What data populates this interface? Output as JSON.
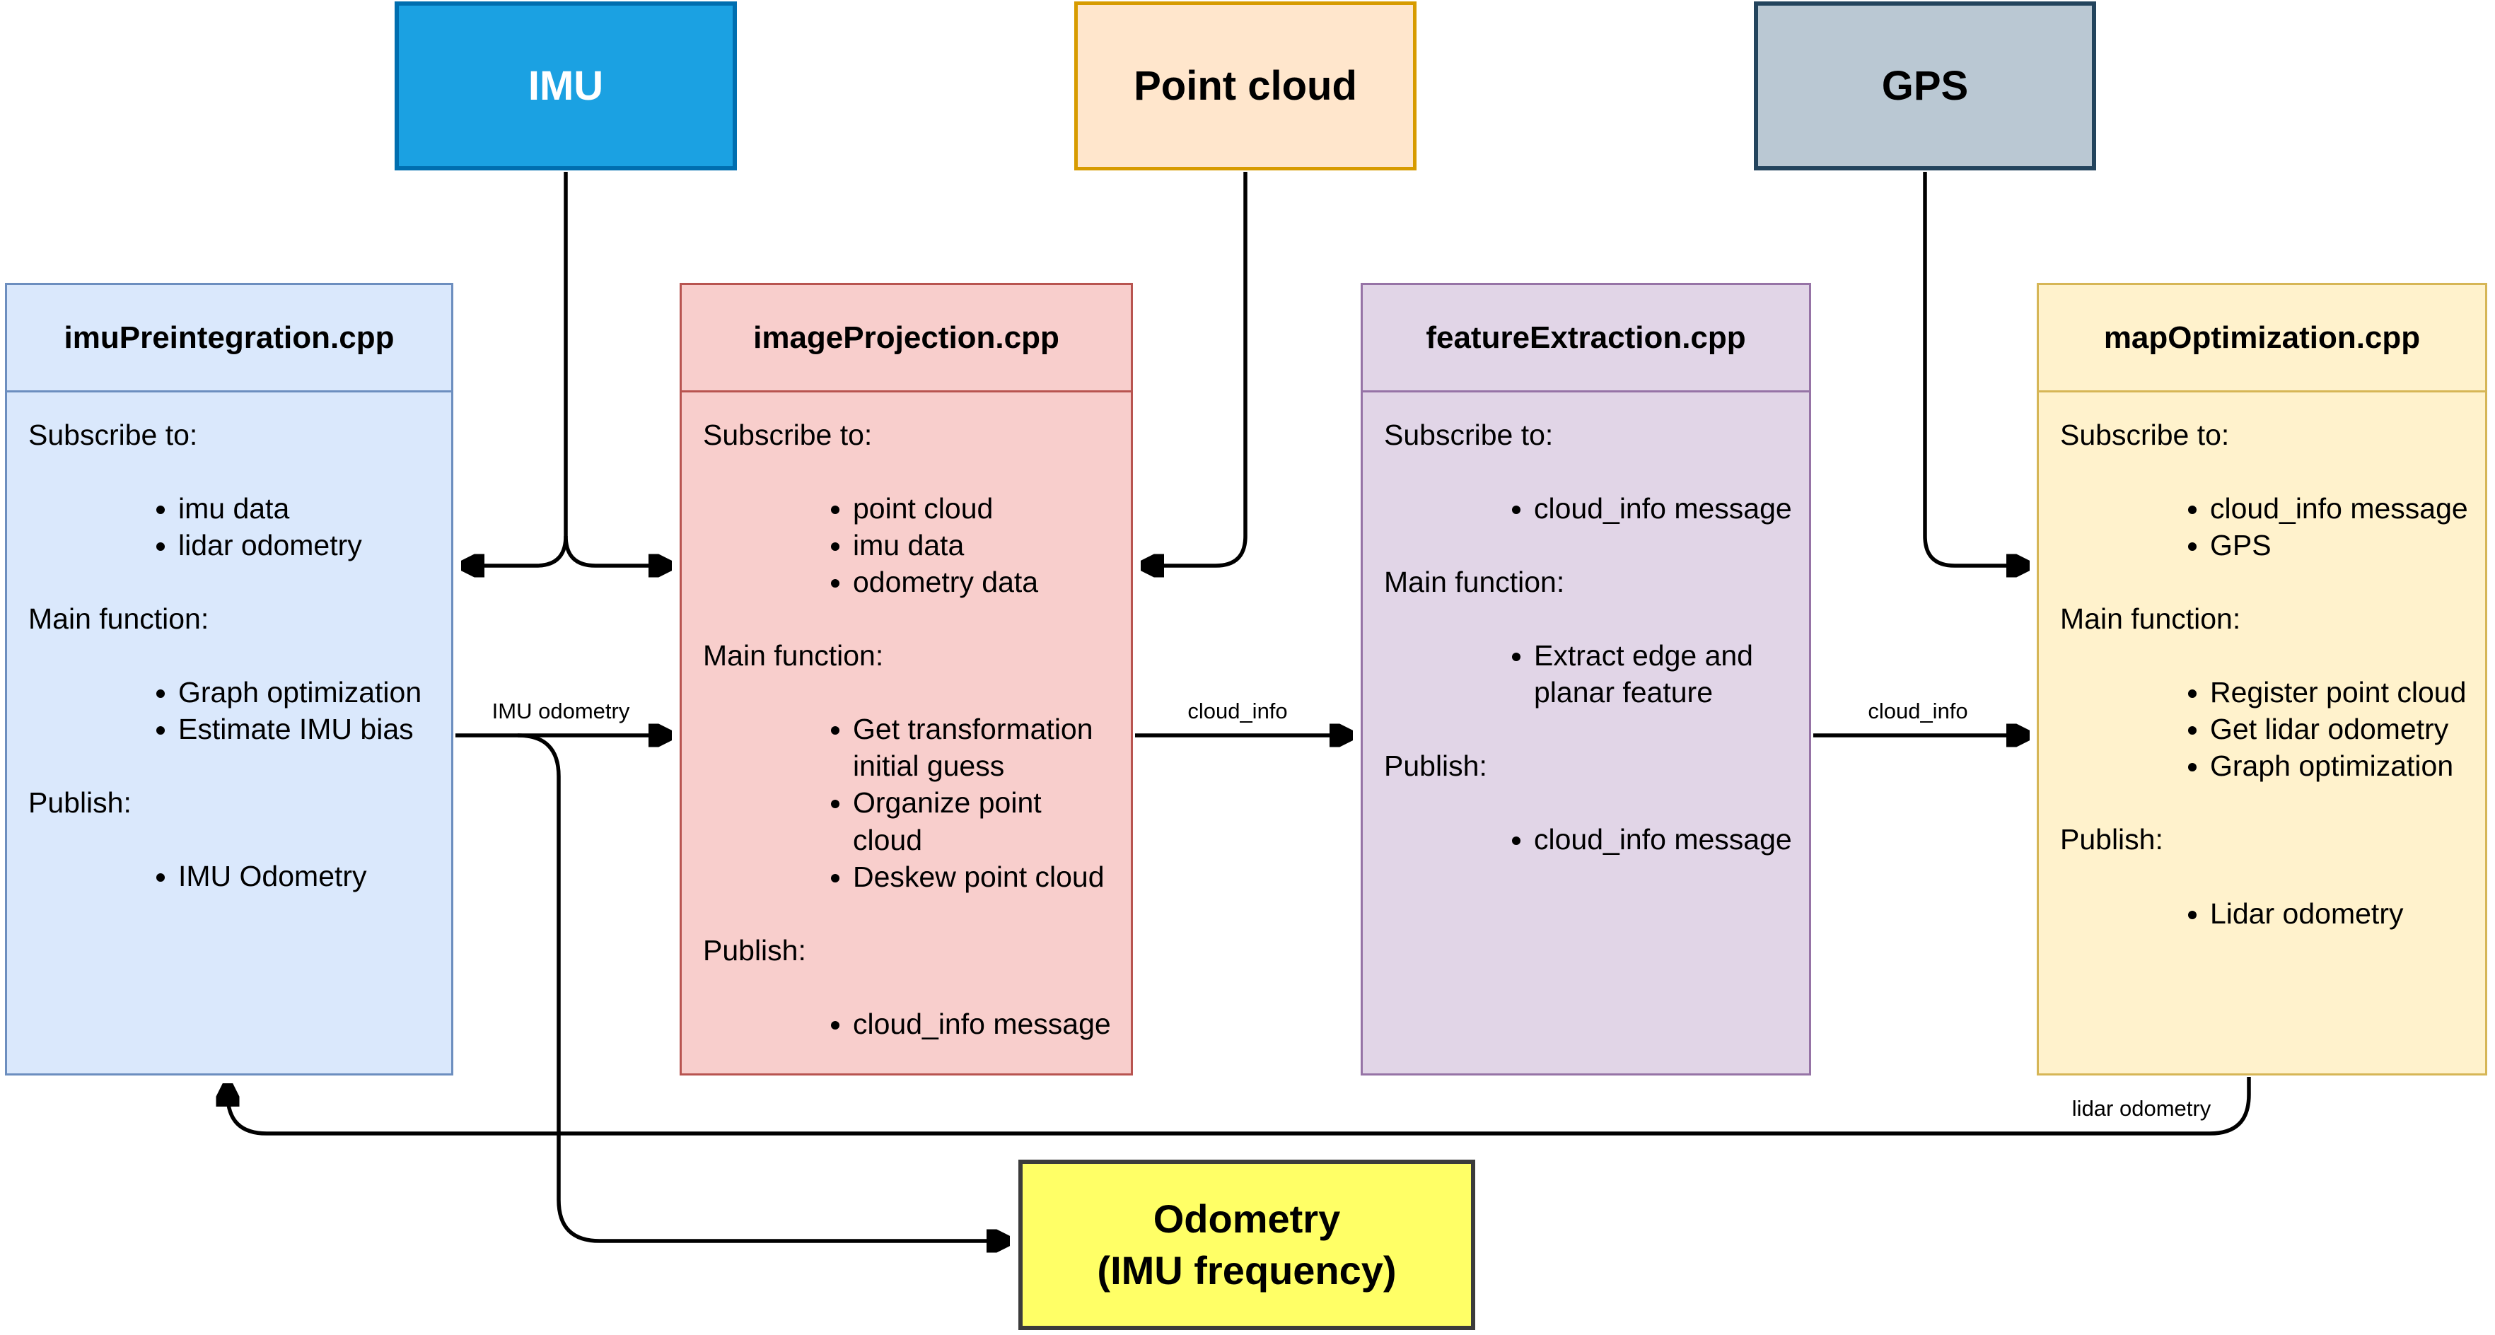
{
  "diagram": {
    "sources": [
      {
        "id": "imu",
        "label": "IMU",
        "fill": "#1BA1E2",
        "border": "#006EAF",
        "text_color": "#ffffff"
      },
      {
        "id": "point-cloud",
        "label": "Point cloud",
        "fill": "#FFE6CC",
        "border": "#D79B00",
        "text_color": "#000000"
      },
      {
        "id": "gps",
        "label": "GPS",
        "fill": "#BAC8D3",
        "border": "#23445D",
        "text_color": "#000000"
      }
    ],
    "modules": [
      {
        "title": "imuPreintegration.cpp",
        "fill": "#DAE8FC",
        "border": "#6C8EBF",
        "sections": [
          {
            "label": "Subscribe to:",
            "items": [
              "imu data",
              "lidar odometry"
            ]
          },
          {
            "label": "Main function:",
            "items": [
              "Graph optimization",
              "Estimate IMU bias"
            ]
          },
          {
            "label": "Publish:",
            "items": [
              "IMU Odometry"
            ]
          }
        ]
      },
      {
        "title": "imageProjection.cpp",
        "fill": "#F8CECC",
        "border": "#B85450",
        "sections": [
          {
            "label": "Subscribe to:",
            "items": [
              "point cloud",
              "imu data",
              "odometry data"
            ]
          },
          {
            "label": "Main function:",
            "items": [
              "Get transformation initial guess",
              "Organize point cloud",
              "Deskew point cloud"
            ]
          },
          {
            "label": "Publish:",
            "items": [
              "cloud_info message"
            ]
          }
        ]
      },
      {
        "title": "featureExtraction.cpp",
        "fill": "#E1D5E7",
        "border": "#9673A6",
        "sections": [
          {
            "label": "Subscribe to:",
            "items": [
              "cloud_info message"
            ]
          },
          {
            "label": "Main function:",
            "items": [
              "Extract edge and planar feature"
            ]
          },
          {
            "label": "Publish:",
            "items": [
              "cloud_info message"
            ]
          }
        ]
      },
      {
        "title": "mapOptimization.cpp",
        "fill": "#FFF2CC",
        "border": "#D6B656",
        "sections": [
          {
            "label": "Subscribe to:",
            "items": [
              "cloud_info message",
              "GPS"
            ]
          },
          {
            "label": "Main function:",
            "items": [
              "Register point cloud",
              "Get lidar odometry",
              "Graph optimization"
            ]
          },
          {
            "label": "Publish:",
            "items": [
              "Lidar odometry"
            ]
          }
        ]
      }
    ],
    "output": {
      "line1": "Odometry",
      "line2": "(IMU frequency)",
      "fill": "#FFFF66",
      "border": "#3b3b3b"
    },
    "edge_labels": {
      "imu_odometry": "IMU odometry",
      "cloud_info_1": "cloud_info",
      "cloud_info_2": "cloud_info",
      "lidar_odometry": "lidar odometry"
    }
  }
}
